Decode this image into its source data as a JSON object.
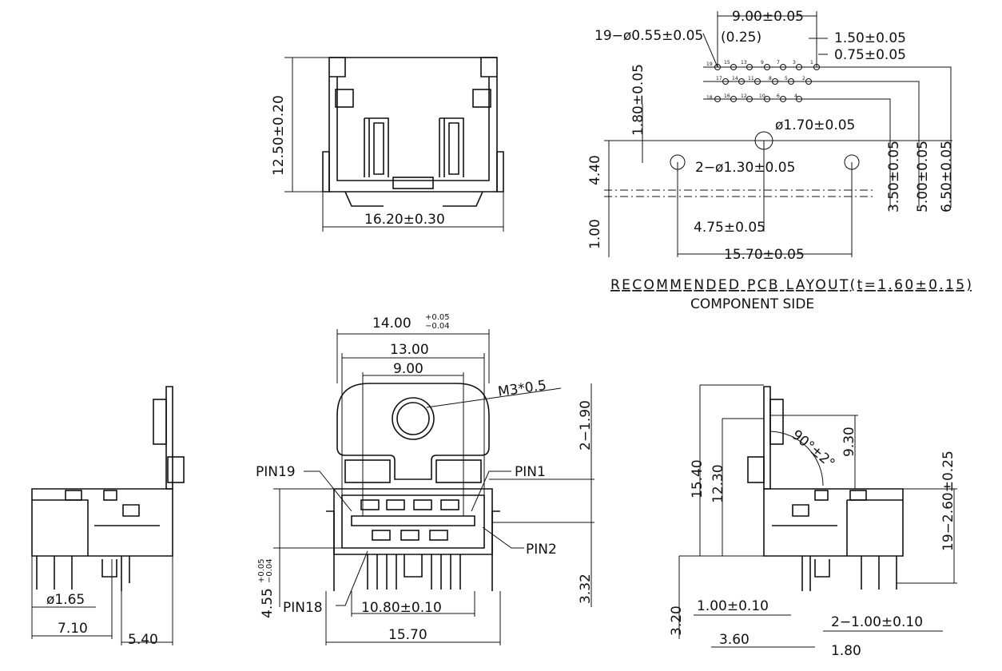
{
  "top_view": {
    "height_dim": "12.50±0.20",
    "width_dim": "16.20±0.30"
  },
  "pcb_layout": {
    "pins_pitch_dim": "9.00±0.05",
    "pin_hole_dim": "19−ø0.55±0.05",
    "offset_dim": "(0.25)",
    "row_offset_dim": "1.50±0.05",
    "pin_pitch_dim": "0.75±0.05",
    "row_spacing_dim": "1.80±0.05",
    "center_hole_dim": "ø1.70±0.05",
    "mount_hole_dim": "2−ø1.30±0.05",
    "edge_dim_a": "4.40",
    "edge_dim_b": "1.00",
    "center_offset_dim": "4.75±0.05",
    "mount_span_dim": "15.70±0.05",
    "right_dim_1": "3.50±0.05",
    "right_dim_2": "5.00±0.05",
    "right_dim_3": "6.50±0.05",
    "title": "RECOMMENDED PCB LAYOUT(t=1.60±0.15)",
    "subtitle": "COMPONENT SIDE",
    "row1_pins": [
      "19",
      "15",
      "13",
      "9",
      "7",
      "3",
      "1"
    ],
    "row2_pins": [
      "17",
      "14",
      "11",
      "8",
      "5",
      "2"
    ],
    "row3_pins": [
      "18",
      "16",
      "12",
      "10",
      "6",
      "4"
    ]
  },
  "left_view": {
    "hole_dim": "ø1.65",
    "depth_dim": "7.10",
    "tail_dim": "5.40"
  },
  "front_view": {
    "overall_width": "14.00",
    "tol_plus": "+0.05",
    "tol_minus": "−0.04",
    "inner_width": "13.00",
    "slot_width": "9.00",
    "screw": "M3*0.5",
    "corner_dim": "2−1.90",
    "pin19": "PIN19",
    "pin1": "PIN1",
    "pin2": "PIN2",
    "pin18": "PIN18",
    "height_dim": "4.55",
    "height_tol_plus": "+0.05",
    "height_tol_minus": "−0.04",
    "pin_span_dim": "10.80±0.10",
    "foot_span_dim": "15.70",
    "right_dim": "3.32"
  },
  "right_view": {
    "height_total": "15.40",
    "height_inner": "12.30",
    "angle": "90°±2°",
    "bracket_dim": "9.30",
    "pin_len_dim": "19−2.60±0.25",
    "pin_dim_a": "1.00±0.10",
    "pin_dim_b": "2−1.00±0.10",
    "offset_a": "3.20",
    "offset_b": "3.60",
    "offset_c": "1.80"
  }
}
